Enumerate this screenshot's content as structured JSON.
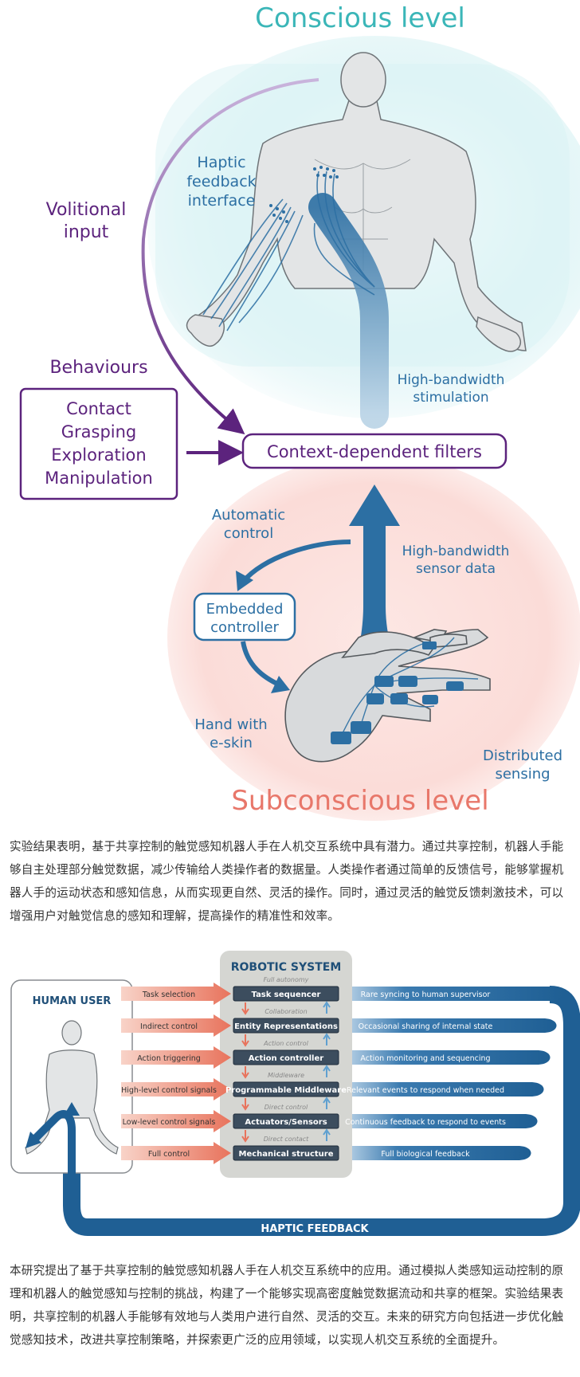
{
  "figure1": {
    "title_top": "Conscious level",
    "title_bottom": "Subconscious level",
    "volitional_1": "Volitional",
    "volitional_2": "input",
    "haptic_1": "Haptic",
    "haptic_2": "feedback",
    "haptic_3": "interface",
    "behaviours": "Behaviours",
    "behaviour_items": [
      "Contact",
      "Grasping",
      "Exploration",
      "Manipulation"
    ],
    "filters": "Context-dependent filters",
    "stim_1": "High-bandwidth",
    "stim_2": "stimulation",
    "auto_1": "Automatic",
    "auto_2": "control",
    "sensor_1": "High-bandwidth",
    "sensor_2": "sensor data",
    "embedded_1": "Embedded",
    "embedded_2": "controller",
    "hand_1": "Hand with",
    "hand_2": "e-skin",
    "dist_1": "Distributed",
    "dist_2": "sensing",
    "colors": {
      "teal": "#3bb6b8",
      "purple": "#6a2c8a",
      "blue": "#2c6fa3",
      "salmon": "#e8776a"
    }
  },
  "paragraph1": "实验结果表明，基于共享控制的触觉感知机器人手在人机交互系统中具有潜力。通过共享控制，机器人手能够自主处理部分触觉数据，减少传输给人类操作者的数据量。人类操作者通过简单的反馈信号，能够掌握机器人手的运动状态和感知信息，从而实现更自然、灵活的操作。同时，通过灵活的触觉反馈刺激技术，可以增强用户对触觉信息的感知和理解，提高操作的精准性和效率。",
  "figure2": {
    "robotic_system": "ROBOTIC SYSTEM",
    "human_user": "HUMAN USER",
    "haptic_feedback": "HAPTIC FEEDBACK",
    "levels": [
      {
        "small": "Full autonomy",
        "box": "Task sequencer",
        "left": "Task selection",
        "right": "Rare syncing to human supervisor"
      },
      {
        "small": "Collaboration",
        "box": "Entity Representations",
        "left": "Indirect control",
        "right": "Occasional sharing of internal state"
      },
      {
        "small": "Action control",
        "box": "Action controller",
        "left": "Action triggering",
        "right": "Action monitoring and sequencing"
      },
      {
        "small": "Middleware",
        "box": "Programmable Middleware",
        "left": "High-level control signals",
        "right": "Relevant events to respond when needed"
      },
      {
        "small": "Direct control",
        "box": "Actuators/Sensors",
        "left": "Low-level control signals",
        "right": "Continuous feedback to respond to events"
      },
      {
        "small": "Direct contact",
        "box": "Mechanical structure",
        "left": "Full control",
        "right": "Full biological feedback"
      }
    ]
  },
  "paragraph2": "本研究提出了基于共享控制的触觉感知机器人手在人机交互系统中的应用。通过模拟人类感知运动控制的原理和机器人的触觉感知与控制的挑战，构建了一个能够实现高密度触觉数据流动和共享的框架。实验结果表明，共享控制的机器人手能够有效地与人类用户进行自然、灵活的交互。未来的研究方向包括进一步优化触觉感知技术，改进共享控制策略，并探索更广泛的应用领域，以实现人机交互系统的全面提升。"
}
